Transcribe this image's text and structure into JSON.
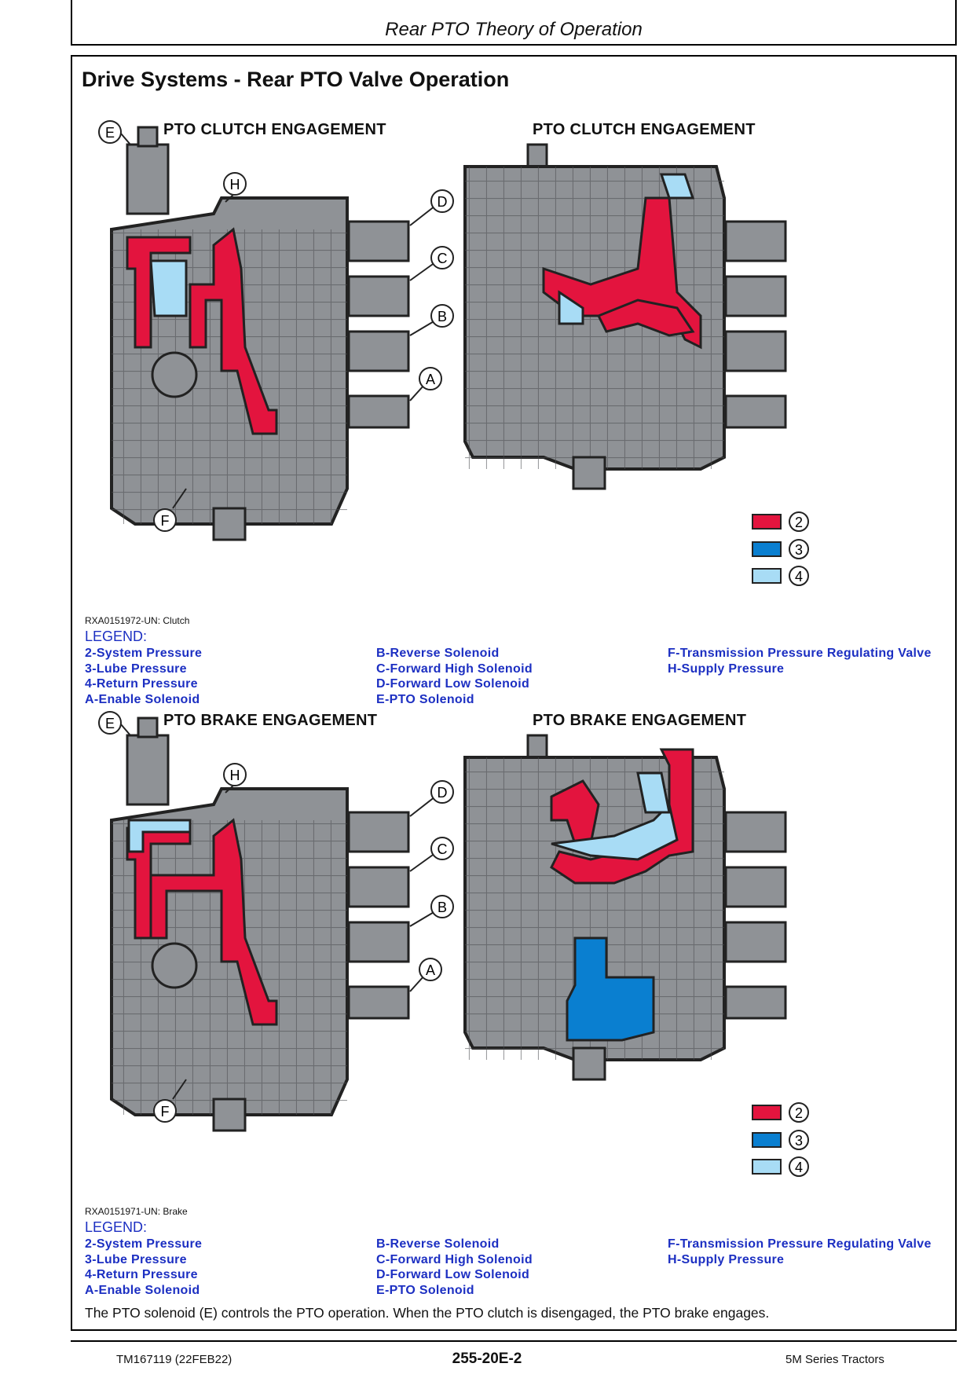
{
  "header": {
    "title": "Rear PTO Theory of Operation"
  },
  "section_title": "Drive Systems - Rear PTO Valve Operation",
  "colors": {
    "system_pressure": "#e3143e",
    "lube_pressure": "#0a7fd0",
    "return_pressure": "#a8dcf5",
    "valve_body": "#8f9296",
    "legend_text": "#1c2fc2"
  },
  "icons": [
    "valve-body-illustration",
    "solenoid-icon",
    "callout-circle"
  ],
  "callouts": {
    "a": "A",
    "b": "B",
    "c": "C",
    "d": "D",
    "e": "E",
    "f": "F",
    "h": "H"
  },
  "color_key": {
    "k2": "2",
    "k3": "3",
    "k4": "4"
  },
  "clutch": {
    "left_label": "PTO CLUTCH ENGAGEMENT",
    "right_label": "PTO CLUTCH ENGAGEMENT",
    "figure_id": "RXA0151972-UN: Clutch"
  },
  "brake": {
    "left_label": "PTO BRAKE ENGAGEMENT",
    "right_label": "PTO BRAKE ENGAGEMENT",
    "figure_id": "RXA0151971-UN: Brake"
  },
  "legend": {
    "heading": "LEGEND:",
    "col1": [
      "2-System Pressure",
      "3-Lube Pressure",
      "4-Return Pressure",
      "A-Enable Solenoid"
    ],
    "col2": [
      "B-Reverse Solenoid",
      "C-Forward High Solenoid",
      "D-Forward Low Solenoid",
      "E-PTO Solenoid"
    ],
    "col3": [
      "F-Transmission Pressure Regulating Valve",
      "H-Supply Pressure"
    ]
  },
  "footnote": "The PTO solenoid (E) controls the PTO operation. When the PTO clutch is disengaged, the PTO brake engages.",
  "footer": {
    "doc_id": "TM167119 (22FEB22)",
    "page": "255-20E-2",
    "product": "5M Series Tractors"
  }
}
